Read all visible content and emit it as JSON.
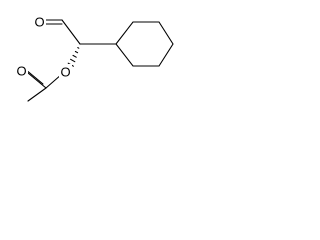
{
  "molecule": {
    "atoms": {
      "aldehyde_oxygen": "O",
      "ester_oxygen": "O",
      "carbonyl_oxygen": "O"
    }
  }
}
